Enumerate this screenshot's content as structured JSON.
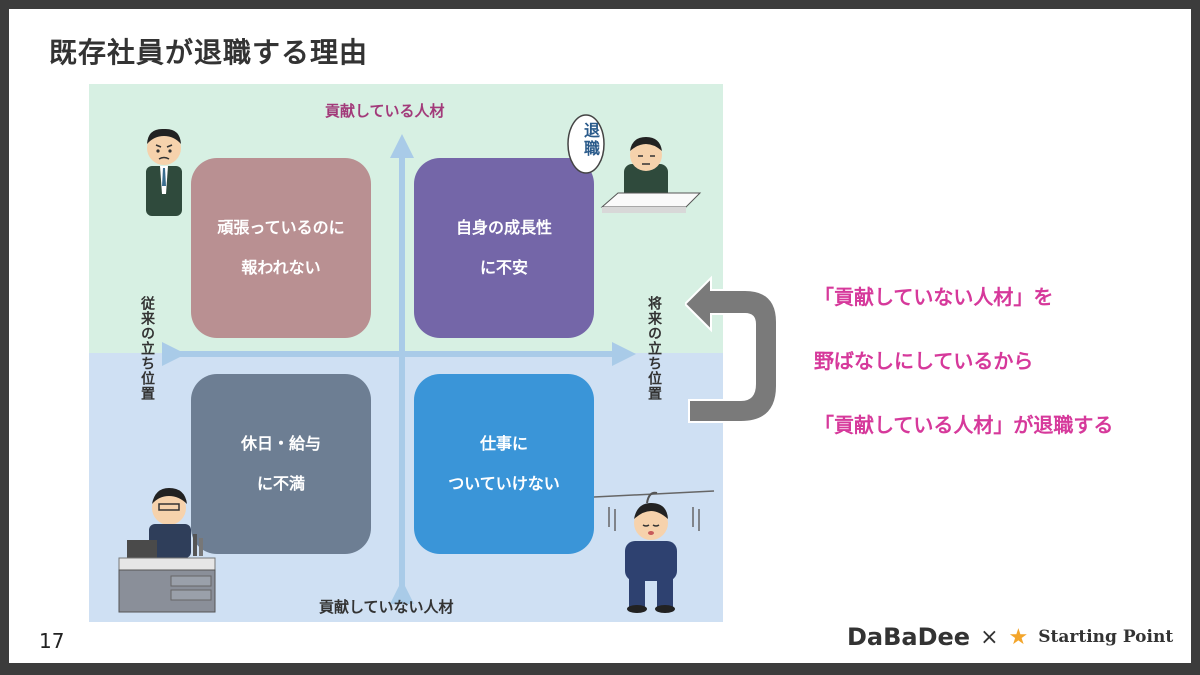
{
  "slide": {
    "title": "既存社員が退職する理由",
    "page_number": "17"
  },
  "axes": {
    "top": "貢献している人材",
    "bottom": "貢献していない人材",
    "left": "従来の立ち位置",
    "right": "将来の立ち位置"
  },
  "quadrants": [
    {
      "line1": "頑張っているのに",
      "line2": "報われない"
    },
    {
      "line1": "自身の成長性",
      "line2": "に不安"
    },
    {
      "line1": "休日・給与",
      "line2": "に不満"
    },
    {
      "line1": "仕事に",
      "line2": "ついていけない"
    }
  ],
  "bubble_text": "退職",
  "message": {
    "line1": "「貢献していない人材」を",
    "line2": "野ばなしにしているから",
    "line3": "「貢献している人材」が退職する"
  },
  "footer": {
    "brand1": "DaBaDee",
    "separator": "×",
    "brand2": "Starting Point"
  },
  "colors": {
    "top_bg": "#d7f0e3",
    "bottom_bg": "#cfe0f3",
    "q1": "#b99092",
    "q2": "#7466a8",
    "q3": "#6d7e93",
    "q4": "#3a95d8",
    "message": "#d6399b",
    "top_axis": "#a23a7a"
  },
  "icons": [
    "worried-employee-icon",
    "retiring-employee-icon",
    "tired-desk-worker-icon",
    "hanging-employee-icon",
    "loop-arrow-icon",
    "star-icon"
  ]
}
